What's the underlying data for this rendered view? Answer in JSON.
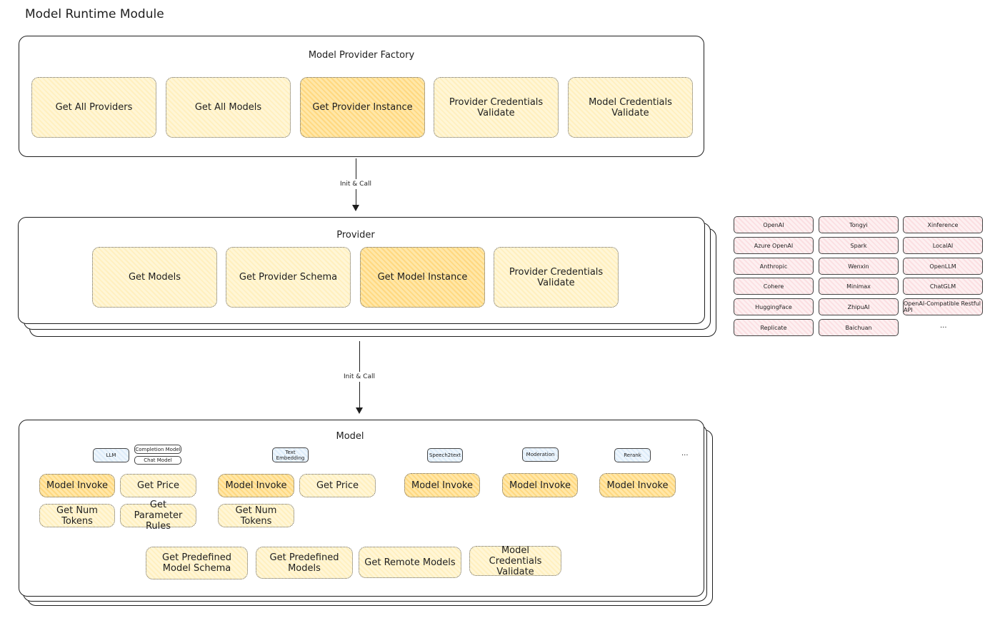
{
  "title": "Model Runtime Module",
  "factory": {
    "title": "Model Provider Factory",
    "items": [
      "Get All Providers",
      "Get All Models",
      "Get Provider Instance",
      "Provider Credentials Validate",
      "Model Credentials Validate"
    ]
  },
  "arrow1": "Init & Call",
  "provider": {
    "title": "Provider",
    "items": [
      "Get Models",
      "Get Provider Schema",
      "Get Model Instance",
      "Provider Credentials Validate"
    ]
  },
  "arrow2": "Init & Call",
  "model": {
    "title": "Model",
    "tags": [
      "LLM",
      "Completion Model",
      "Chat Model",
      "Text Embedding",
      "Speech2text",
      "Moderation",
      "Rerank",
      "..."
    ],
    "llm": [
      "Model Invoke",
      "Get Price",
      "Get Num Tokens",
      "Get Parameter Rules"
    ],
    "embedding": [
      "Model Invoke",
      "Get Price",
      "Get Num Tokens"
    ],
    "speech2text": [
      "Model Invoke"
    ],
    "moderation": [
      "Model Invoke"
    ],
    "rerank": [
      "Model Invoke"
    ],
    "common": [
      "Get Predefined Model Schema",
      "Get Predefined Models",
      "Get Remote Models",
      "Model Credentials Validate"
    ]
  },
  "providers": [
    [
      "OpenAI",
      "Azure OpenAI",
      "Anthropic",
      "Cohere",
      "HuggingFace",
      "Replicate"
    ],
    [
      "Tongyi",
      "Spark",
      "Wenxin",
      "Minimax",
      "ZhipuAI",
      "Baichuan"
    ],
    [
      "Xinference",
      "LocalAI",
      "OpenLLM",
      "ChatGLM",
      "OpenAI-Compatible Restful API",
      "..."
    ]
  ],
  "colors": {
    "box": "#fff3c4",
    "highlight": "#ffd880",
    "provider_chip": "#fbdfe2",
    "model_type_tag": "#ddecf9"
  }
}
